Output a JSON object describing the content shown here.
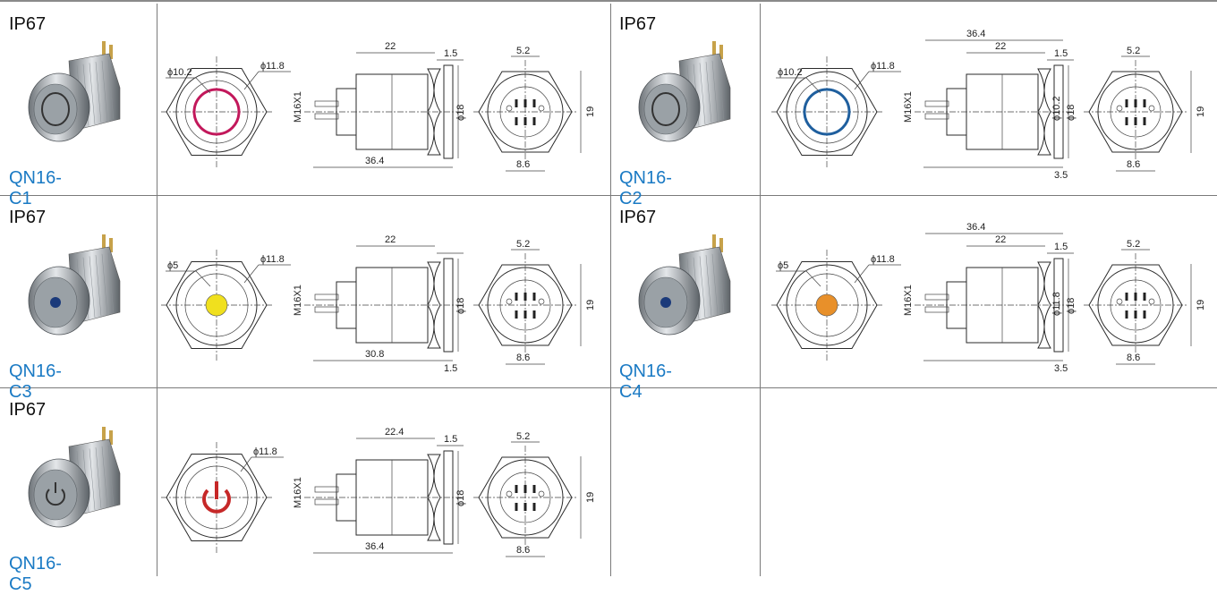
{
  "products": [
    {
      "id": "c1",
      "rating": "IP67",
      "model": "QN16-C1",
      "ring_color": "#c2185b",
      "ring_type": "ring",
      "front_dims": [
        "ϕ10.2",
        "ϕ11.8"
      ],
      "side_dims": [
        "22",
        "1.5",
        "M16X1",
        "ϕ18",
        "36.4"
      ],
      "back_dims": [
        "5.2",
        "19",
        "8.6"
      ]
    },
    {
      "id": "c2",
      "rating": "IP67",
      "model": "QN16-C2",
      "ring_color": "#1f5f9e",
      "ring_type": "ring",
      "front_dims": [
        "ϕ10.2",
        "ϕ11.8"
      ],
      "side_dims": [
        "36.4",
        "22",
        "1.5",
        "M16X1",
        "ϕ10.2",
        "ϕ18",
        "3.5"
      ],
      "back_dims": [
        "5.2",
        "19",
        "8.6"
      ]
    },
    {
      "id": "c3",
      "rating": "IP67",
      "model": "QN16-C3",
      "ring_color": "#f0e01e",
      "ring_type": "dot",
      "front_dims": [
        "ϕ5",
        "ϕ11.8"
      ],
      "side_dims": [
        "22",
        "M16X1",
        "ϕ18",
        "1.5",
        "30.8"
      ],
      "back_dims": [
        "5.2",
        "19",
        "8.6"
      ]
    },
    {
      "id": "c4",
      "rating": "IP67",
      "model": "QN16-C4",
      "ring_color": "#e8902a",
      "ring_type": "dot",
      "front_dims": [
        "ϕ5",
        "ϕ11.8"
      ],
      "side_dims": [
        "36.4",
        "22",
        "1.5",
        "M16X1",
        "ϕ11.8",
        "ϕ18",
        "3.5"
      ],
      "back_dims": [
        "5.2",
        "19",
        "8.6"
      ]
    },
    {
      "id": "c5",
      "rating": "IP67",
      "model": "QN16-C5",
      "ring_color": "#c62828",
      "ring_type": "power",
      "front_dims": [
        "ϕ11.8"
      ],
      "side_dims": [
        "22.4",
        "1.5",
        "M16X1",
        "ϕ18",
        "36.4"
      ],
      "back_dims": [
        "5.2",
        "19",
        "8.6"
      ]
    }
  ]
}
